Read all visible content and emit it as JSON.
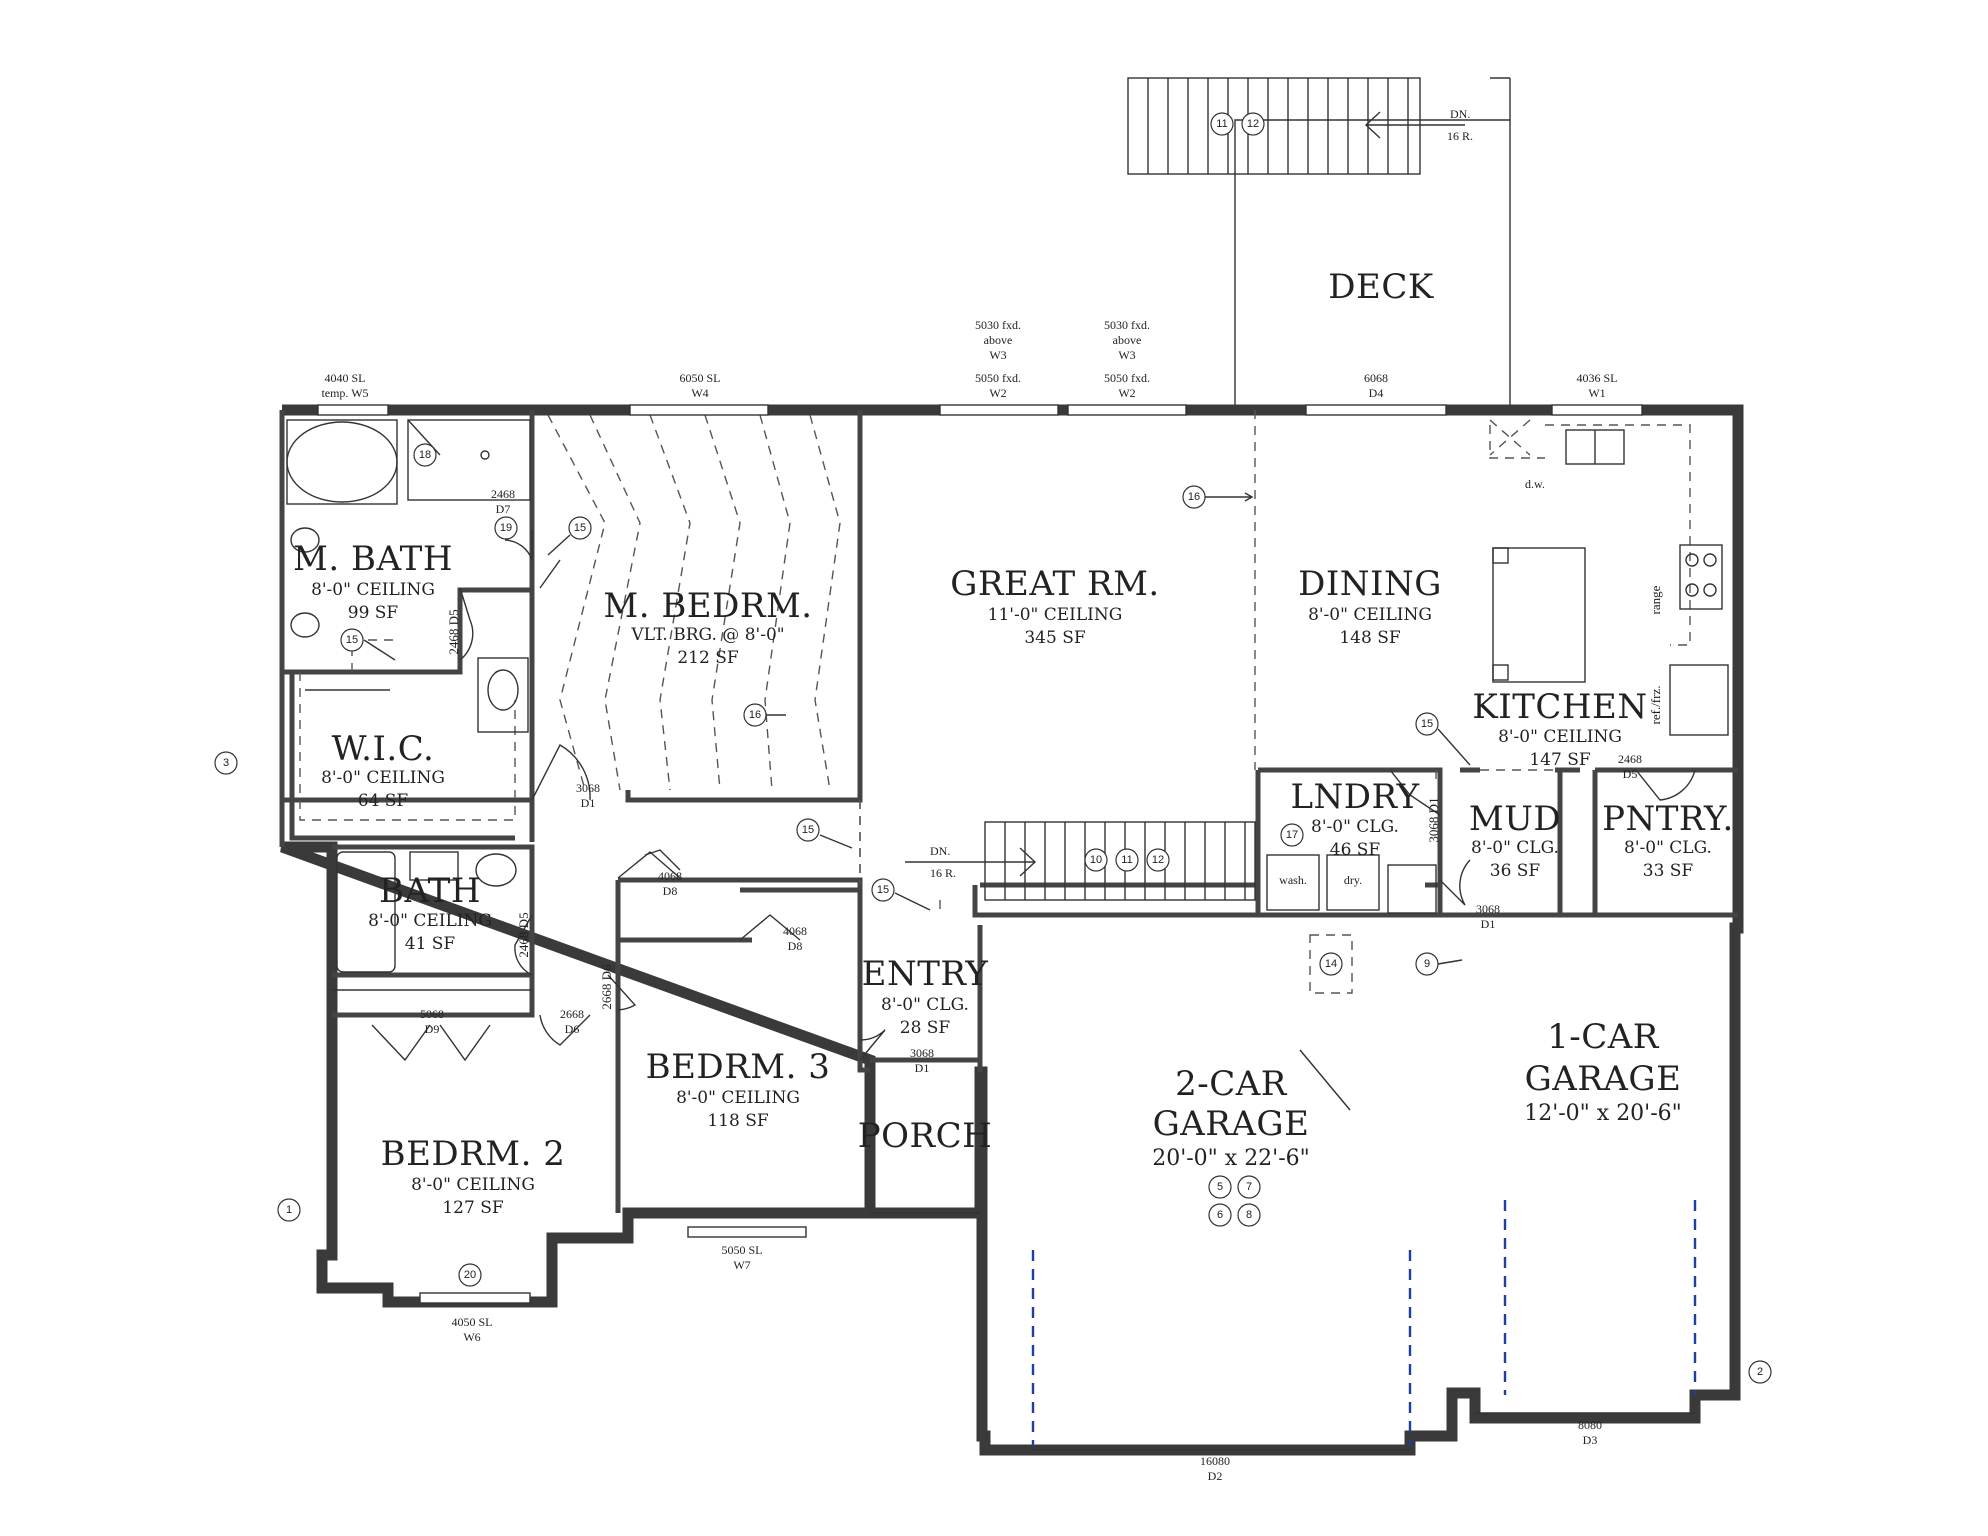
{
  "rooms": {
    "deck": {
      "name": "DECK"
    },
    "great_rm": {
      "name": "GREAT RM.",
      "ceiling": "11'-0\" CEILING",
      "area": "345 SF"
    },
    "dining": {
      "name": "DINING",
      "ceiling": "8'-0\" CEILING",
      "area": "148 SF"
    },
    "kitchen": {
      "name": "KITCHEN",
      "ceiling": "8'-0\" CEILING",
      "area": "147 SF"
    },
    "m_bath": {
      "name": "M. BATH",
      "ceiling": "8'-0\" CEILING",
      "area": "99 SF"
    },
    "m_bedrm": {
      "name": "M. BEDRM.",
      "ceiling": "VLT. BRG. @ 8'-0\"",
      "area": "212 SF"
    },
    "wic": {
      "name": "W.I.C.",
      "ceiling": "8'-0\" CEILING",
      "area": "64 SF"
    },
    "bath": {
      "name": "BATH",
      "ceiling": "8'-0\" CEILING",
      "area": "41 SF"
    },
    "bedrm2": {
      "name": "BEDRM. 2",
      "ceiling": "8'-0\" CEILING",
      "area": "127 SF"
    },
    "bedrm3": {
      "name": "BEDRM. 3",
      "ceiling": "8'-0\" CEILING",
      "area": "118 SF"
    },
    "entry": {
      "name": "ENTRY",
      "ceiling": "8'-0\" CLG.",
      "area": "28 SF"
    },
    "porch": {
      "name": "PORCH"
    },
    "lndry": {
      "name": "LNDRY",
      "ceiling": "8'-0\" CLG.",
      "area": "46 SF"
    },
    "mud": {
      "name": "MUD",
      "ceiling": "8'-0\" CLG.",
      "area": "36 SF"
    },
    "pntry": {
      "name": "PNTRY.",
      "ceiling": "8'-0\" CLG.",
      "area": "33 SF"
    },
    "garage2": {
      "name1": "2-CAR",
      "name2": "GARAGE",
      "size": "20'-0\" x 22'-6\""
    },
    "garage1": {
      "name1": "1-CAR",
      "name2": "GARAGE",
      "size": "12'-0\" x 20'-6\""
    }
  },
  "windows": {
    "w5": {
      "size": "4040 SL",
      "tag": "temp. W5"
    },
    "w4": {
      "size": "6050 SL",
      "tag": "W4"
    },
    "w3a": {
      "l1": "5030 fxd.",
      "l2": "above",
      "l3": "W3"
    },
    "w3b": {
      "l1": "5030 fxd.",
      "l2": "above",
      "l3": "W3"
    },
    "w2a": {
      "size": "5050 fxd.",
      "tag": "W2"
    },
    "w2b": {
      "size": "5050 fxd.",
      "tag": "W2"
    },
    "d4": {
      "size": "6068",
      "tag": "D4"
    },
    "w1": {
      "size": "4036 SL",
      "tag": "W1"
    },
    "w7": {
      "size": "5050 SL",
      "tag": "W7"
    },
    "w6": {
      "size": "4050 SL",
      "tag": "W6"
    },
    "d2": {
      "size": "16080",
      "tag": "D2"
    },
    "d3": {
      "size": "8080",
      "tag": "D3"
    }
  },
  "doors": {
    "d7": {
      "size": "2468",
      "tag": "D7"
    },
    "d5_mbath": {
      "text": "2468 D5"
    },
    "d1_mbed": {
      "size": "3068",
      "tag": "D1"
    },
    "d8a": {
      "size": "4068",
      "tag": "D8"
    },
    "d8b": {
      "size": "4068",
      "tag": "D8"
    },
    "d5_bath": {
      "text": "2468 D5"
    },
    "d6_vert": {
      "text": "2668 D6"
    },
    "d6": {
      "size": "2668",
      "tag": "D6"
    },
    "d9": {
      "size": "5068",
      "tag": "D9"
    },
    "d1_entry": {
      "size": "3068",
      "tag": "D1"
    },
    "d1_lndry": {
      "text": "3068 D1"
    },
    "d1_mud": {
      "size": "3068",
      "tag": "D1"
    },
    "d5_pntry": {
      "size": "2468",
      "tag": "D5"
    }
  },
  "stairs": {
    "deck": {
      "dn": "DN.",
      "risers": "16 R."
    },
    "interior": {
      "dn": "DN.",
      "risers": "16 R."
    }
  },
  "fixtures": {
    "dw": "d.w.",
    "range": "range",
    "ref": "ref./frz.",
    "wash": "wash.",
    "dry": "dry."
  },
  "tags": [
    "1",
    "2",
    "3",
    "5",
    "6",
    "7",
    "8",
    "9",
    "10",
    "11",
    "12",
    "14",
    "15",
    "16",
    "17",
    "18",
    "19",
    "20"
  ]
}
